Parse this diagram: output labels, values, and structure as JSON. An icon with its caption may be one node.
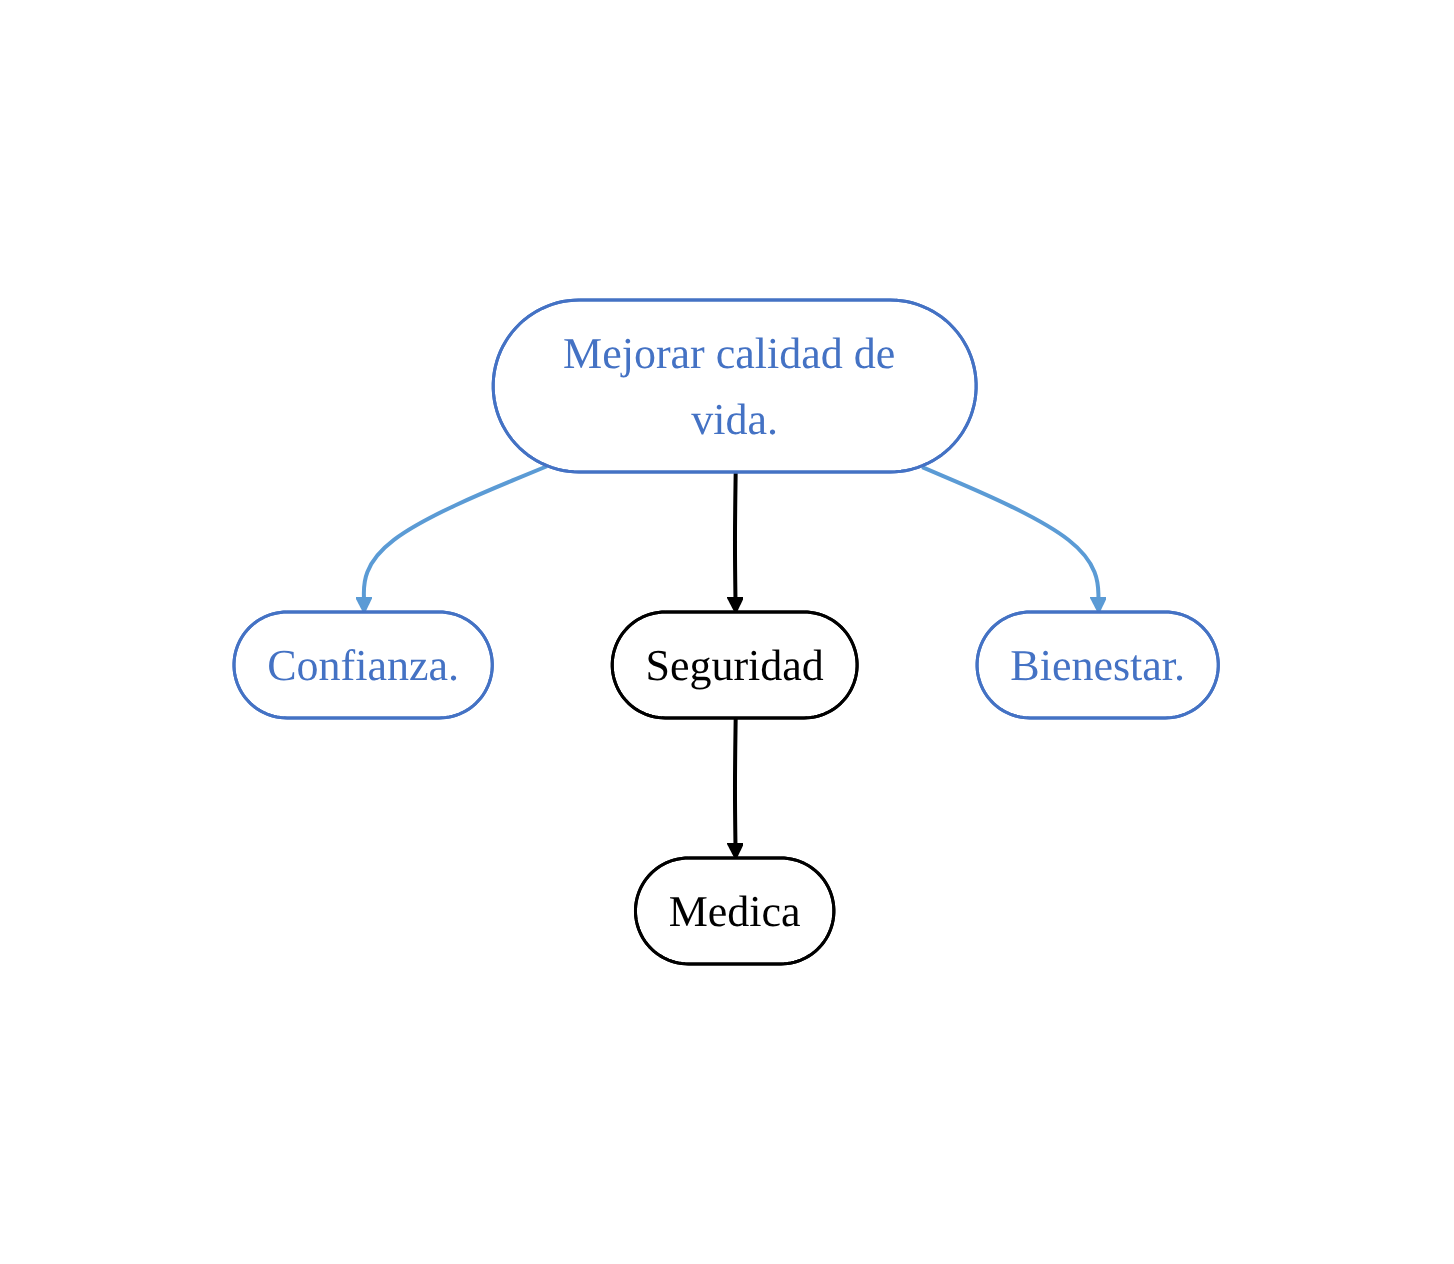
{
  "diagram": {
    "nodes": [
      {
        "text": [
          "Mejorar calidad de vida."
        ]
      },
      {
        "text": [
          "Confianza."
        ]
      },
      {
        "text": [
          "Bienestar."
        ]
      },
      {
        "text": [
          "Seguridad"
        ]
      },
      {
        "text": [
          "Medica"
        ]
      }
    ],
    "edges": [
      {
        "from": 0,
        "to": 1,
        "arrow": "to",
        "color": "#5b9bd5"
      },
      {
        "from": 0,
        "to": 3,
        "arrow": "to",
        "color": "#000000"
      },
      {
        "from": 0,
        "to": 2,
        "arrow": "to",
        "color": "#5b9bd5"
      },
      {
        "from": 3,
        "to": 4,
        "arrow": "to",
        "color": "#000000"
      }
    ]
  }
}
